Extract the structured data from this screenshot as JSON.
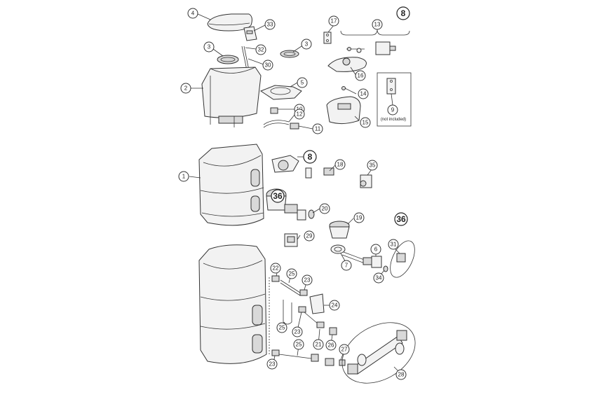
{
  "diagram": {
    "callouts": [
      {
        "id": "c1",
        "label": "1"
      },
      {
        "id": "c2",
        "label": "2"
      },
      {
        "id": "c3a",
        "label": "3"
      },
      {
        "id": "c3b",
        "label": "3"
      },
      {
        "id": "c4",
        "label": "4"
      },
      {
        "id": "c5",
        "label": "5"
      },
      {
        "id": "c6",
        "label": "6"
      },
      {
        "id": "c7",
        "label": "7"
      },
      {
        "id": "c9",
        "label": "9"
      },
      {
        "id": "c10",
        "label": "10"
      },
      {
        "id": "c11",
        "label": "11"
      },
      {
        "id": "c12",
        "label": "12"
      },
      {
        "id": "c13",
        "label": "13"
      },
      {
        "id": "c14",
        "label": "14"
      },
      {
        "id": "c15",
        "label": "15"
      },
      {
        "id": "c16",
        "label": "16"
      },
      {
        "id": "c17",
        "label": "17"
      },
      {
        "id": "c18",
        "label": "18"
      },
      {
        "id": "c19",
        "label": "19"
      },
      {
        "id": "c20",
        "label": "20"
      },
      {
        "id": "c21",
        "label": "21"
      },
      {
        "id": "c22",
        "label": "22"
      },
      {
        "id": "c23a",
        "label": "23"
      },
      {
        "id": "c23b",
        "label": "23"
      },
      {
        "id": "c23c",
        "label": "23"
      },
      {
        "id": "c24",
        "label": "24"
      },
      {
        "id": "c25a",
        "label": "25"
      },
      {
        "id": "c25b",
        "label": "25"
      },
      {
        "id": "c25c",
        "label": "25"
      },
      {
        "id": "c26",
        "label": "26"
      },
      {
        "id": "c27",
        "label": "27"
      },
      {
        "id": "c28",
        "label": "28"
      },
      {
        "id": "c29",
        "label": "29"
      },
      {
        "id": "c30",
        "label": "30"
      },
      {
        "id": "c31",
        "label": "31"
      },
      {
        "id": "c32",
        "label": "32"
      },
      {
        "id": "c33",
        "label": "33"
      },
      {
        "id": "c34",
        "label": "34"
      },
      {
        "id": "c35",
        "label": "35"
      }
    ],
    "group_markers": [
      {
        "id": "g8a",
        "label": "8"
      },
      {
        "id": "g8b",
        "label": "8"
      },
      {
        "id": "g36a",
        "label": "36"
      },
      {
        "id": "g36b",
        "label": "36"
      }
    ],
    "note": "(not included)"
  }
}
